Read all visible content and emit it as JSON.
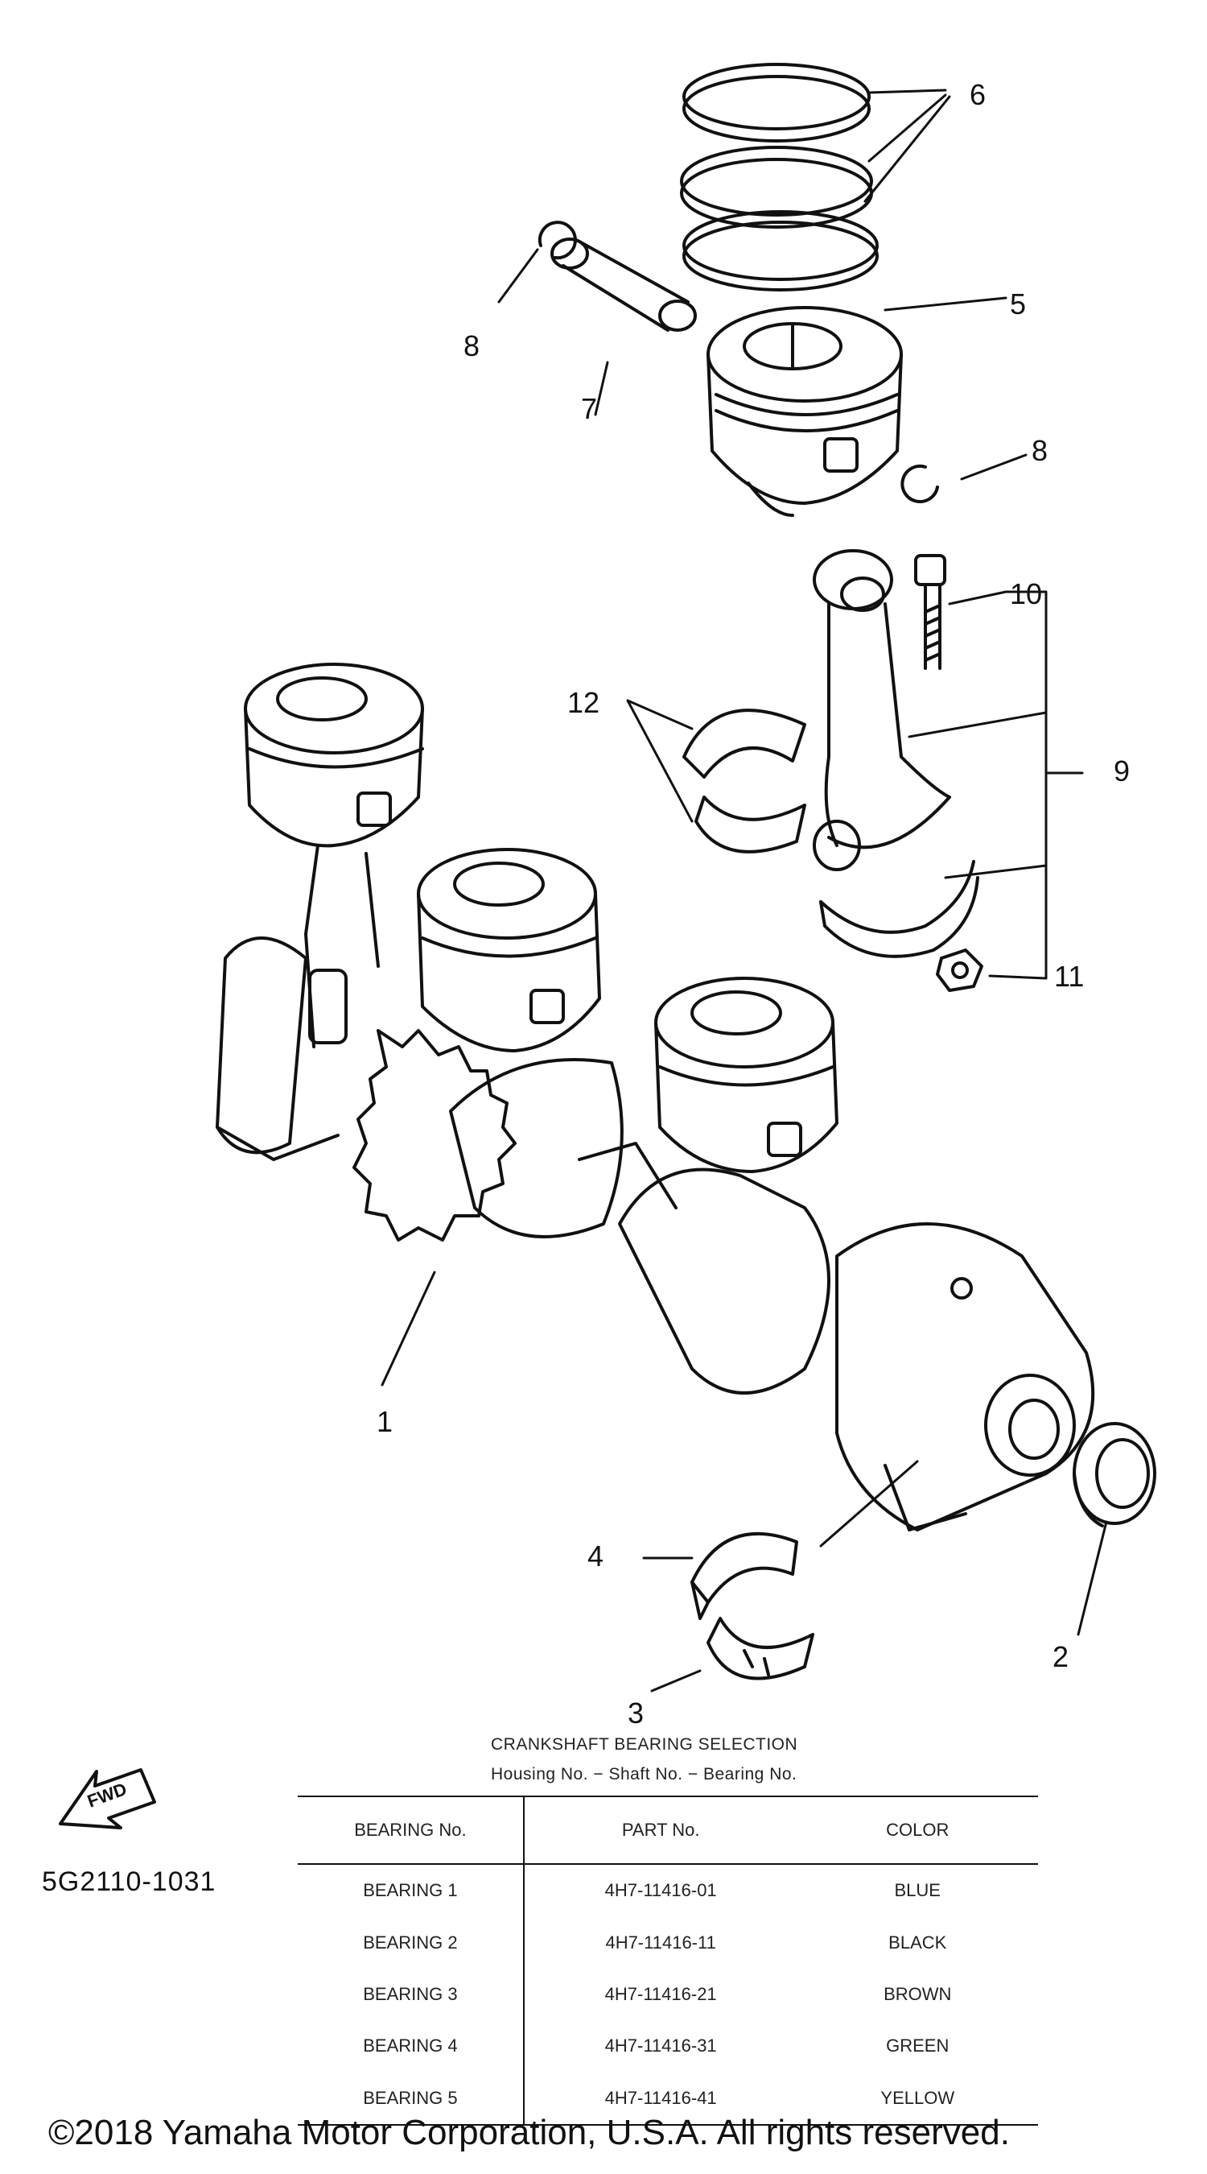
{
  "callouts": {
    "c1": "1",
    "c2": "2",
    "c3": "3",
    "c4": "4",
    "c5": "5",
    "c6": "6",
    "c7": "7",
    "c8a": "8",
    "c8b": "8",
    "c9": "9",
    "c10": "10",
    "c11": "11",
    "c12": "12"
  },
  "fwd_label": "FWD",
  "part_code": "5G2110-1031",
  "table": {
    "title": "CRANKSHAFT BEARING SELECTION",
    "subtitle": "Housing No. − Shaft No. − Bearing No.",
    "headers": [
      "BEARING No.",
      "PART No.",
      "COLOR"
    ],
    "rows": [
      [
        "BEARING 1",
        "4H7-11416-01",
        "BLUE"
      ],
      [
        "BEARING 2",
        "4H7-11416-11",
        "BLACK"
      ],
      [
        "BEARING 3",
        "4H7-11416-21",
        "BROWN"
      ],
      [
        "BEARING 4",
        "4H7-11416-31",
        "GREEN"
      ],
      [
        "BEARING 5",
        "4H7-11416-41",
        "YELLOW"
      ]
    ]
  },
  "copyright": "©2018 Yamaha Motor Corporation, U.S.A. All rights reserved."
}
